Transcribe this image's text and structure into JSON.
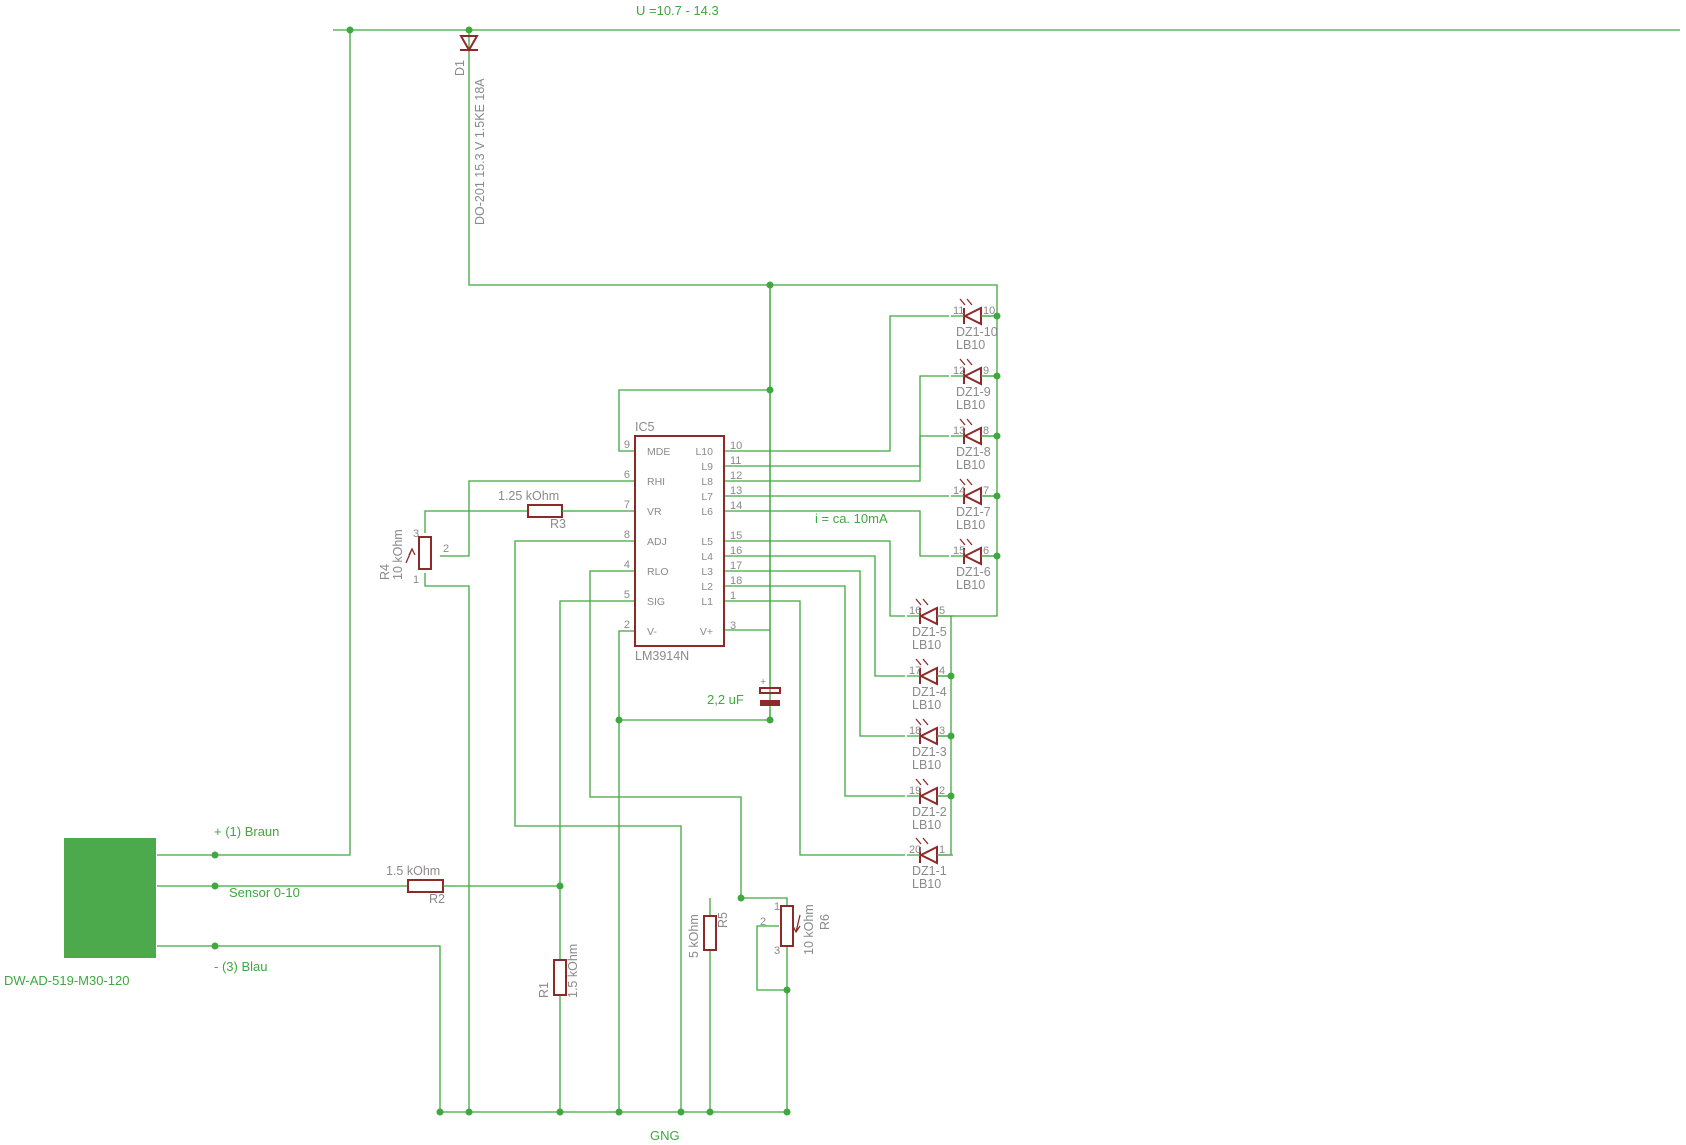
{
  "supply": {
    "voltage_label": "U =10.7 - 14.3",
    "ground_label": "GNG"
  },
  "diode": {
    "name": "D1",
    "value": "DO-201 15.3 V 1.5KE 18A"
  },
  "ic": {
    "name": "IC5",
    "part": "LM3914N",
    "left_pins": [
      {
        "num": "9",
        "name": "MDE"
      },
      {
        "num": "6",
        "name": "RHI"
      },
      {
        "num": "7",
        "name": "VR"
      },
      {
        "num": "8",
        "name": "ADJ"
      },
      {
        "num": "4",
        "name": "RLO"
      },
      {
        "num": "5",
        "name": "SIG"
      },
      {
        "num": "2",
        "name": "V-"
      }
    ],
    "right_pins": [
      {
        "num": "10",
        "name": "L10"
      },
      {
        "num": "11",
        "name": "L9"
      },
      {
        "num": "12",
        "name": "L8"
      },
      {
        "num": "13",
        "name": "L7"
      },
      {
        "num": "14",
        "name": "L6"
      },
      {
        "num": "15",
        "name": "L5"
      },
      {
        "num": "16",
        "name": "L4"
      },
      {
        "num": "17",
        "name": "L3"
      },
      {
        "num": "18",
        "name": "L2"
      },
      {
        "num": "1",
        "name": "L1"
      },
      {
        "num": "3",
        "name": "V+"
      }
    ]
  },
  "resistors": {
    "r1": {
      "name": "R1",
      "value": "1.5 kOhm"
    },
    "r2": {
      "name": "R2",
      "value": "1.5 kOhm"
    },
    "r3": {
      "name": "R3",
      "value": "1.25 kOhm"
    },
    "r4": {
      "name": "R4",
      "value": "10 kOhm",
      "pins": [
        "3",
        "2",
        "1"
      ]
    },
    "r5": {
      "name": "R5",
      "value": "5 kOhm"
    },
    "r6": {
      "name": "R6",
      "value": "10 kOhm",
      "pins": [
        "1",
        "2",
        "3"
      ]
    }
  },
  "capacitor": {
    "value": "2,2 uF",
    "polarity": "+"
  },
  "current_note": "i = ca. 10mA",
  "sensor": {
    "name": "DW-AD-519-M30-120",
    "color": "#4caa4c",
    "wire_plus": "+ (1) Braun",
    "wire_signal": "Sensor 0-10",
    "wire_minus": "- (3) Blau"
  },
  "leds": [
    {
      "name": "DZ1-10",
      "type": "LB10",
      "pin_a": "11",
      "pin_k": "10"
    },
    {
      "name": "DZ1-9",
      "type": "LB10",
      "pin_a": "12",
      "pin_k": "9"
    },
    {
      "name": "DZ1-8",
      "type": "LB10",
      "pin_a": "13",
      "pin_k": "8"
    },
    {
      "name": "DZ1-7",
      "type": "LB10",
      "pin_a": "14",
      "pin_k": "7"
    },
    {
      "name": "DZ1-6",
      "type": "LB10",
      "pin_a": "15",
      "pin_k": "6"
    },
    {
      "name": "DZ1-5",
      "type": "LB10",
      "pin_a": "16",
      "pin_k": "5"
    },
    {
      "name": "DZ1-4",
      "type": "LB10",
      "pin_a": "17",
      "pin_k": "4"
    },
    {
      "name": "DZ1-3",
      "type": "LB10",
      "pin_a": "18",
      "pin_k": "3"
    },
    {
      "name": "DZ1-2",
      "type": "LB10",
      "pin_a": "19",
      "pin_k": "2"
    },
    {
      "name": "DZ1-1",
      "type": "LB10",
      "pin_a": "20",
      "pin_k": "1"
    }
  ],
  "colors": {
    "wire": "#3fa83f",
    "symbol": "#8c2a2a",
    "label": "#8a8a8a"
  }
}
